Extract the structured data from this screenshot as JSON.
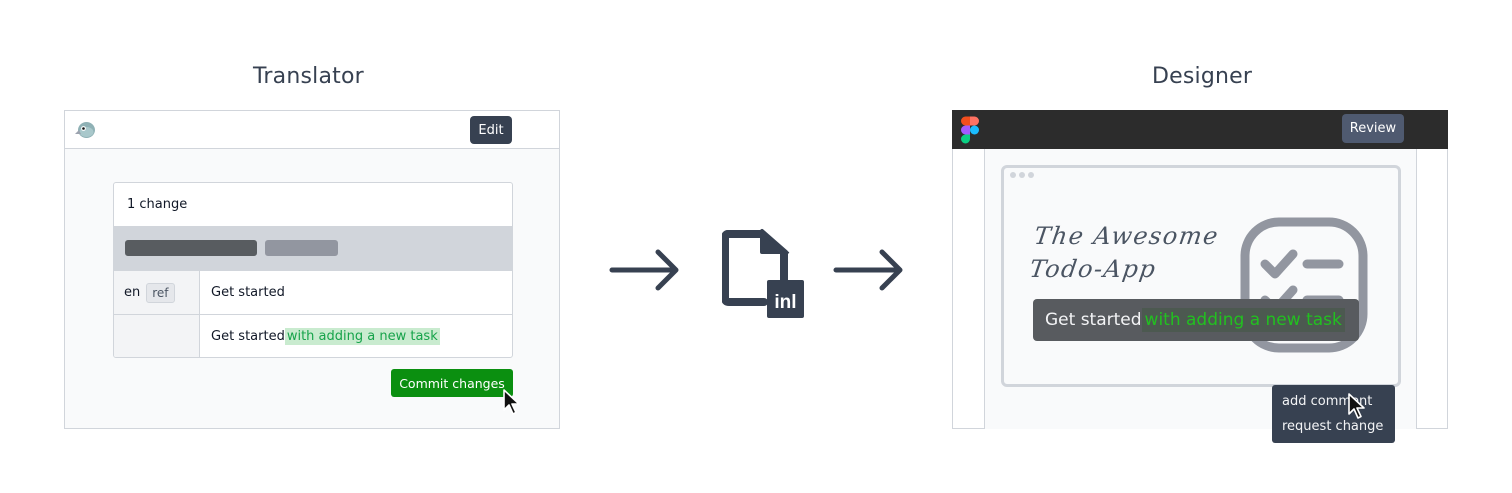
{
  "translator": {
    "title": "Translator",
    "header": {
      "logo_icon": "bird-logo-icon",
      "edit_label": "Edit"
    },
    "card": {
      "heading": "1 change",
      "rows": [
        {
          "lang": "en",
          "badge": "ref",
          "text": "Get started",
          "added": ""
        },
        {
          "lang": "",
          "badge": "",
          "text": "Get started",
          "added": "with adding a new task"
        }
      ]
    },
    "commit_label": "Commit changes"
  },
  "middle": {
    "file_badge": "inl",
    "arrow_icon": "arrow-right-icon",
    "file_icon": "file-icon"
  },
  "designer": {
    "title": "Designer",
    "header": {
      "logo_icon": "figma-logo-icon",
      "review_label": "Review"
    },
    "frame": {
      "headline_line1": "The Awesome",
      "headline_line2": "Todo-App",
      "overlay_text": "Get started",
      "overlay_added": "with adding a new task"
    },
    "context_menu": {
      "items": [
        {
          "label": "add comment"
        },
        {
          "label": "request change"
        }
      ]
    }
  },
  "colors": {
    "dark": "#374151",
    "commit_green": "#0b8f10",
    "added_bg": "#c9ebcf",
    "added_text": "#16a34a",
    "figma_header": "#2c2c2c",
    "review_button": "#4f5a70"
  }
}
